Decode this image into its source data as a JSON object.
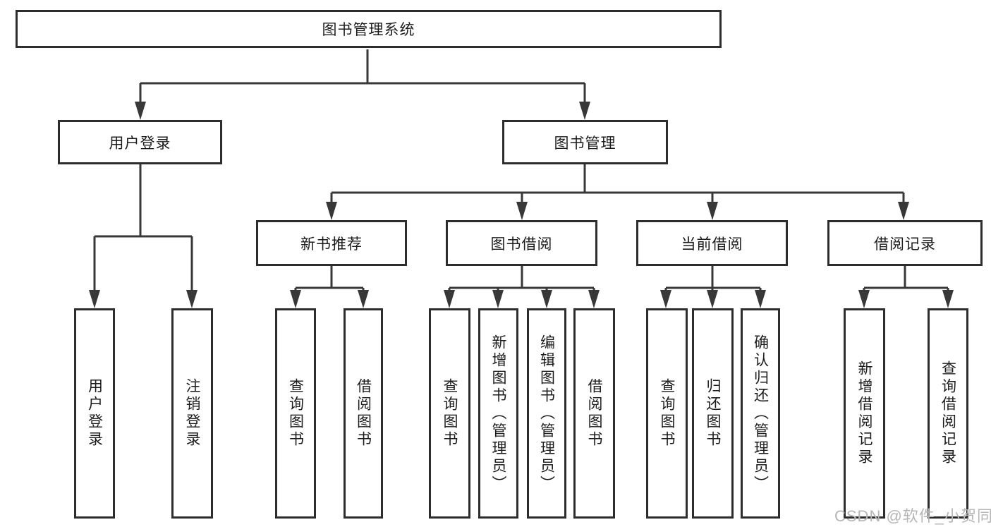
{
  "colors": {
    "line": "#383838",
    "box_border": "#2d2d2d",
    "box_fill": "#ffffff",
    "text": "#1c1c1c",
    "watermark": "#b6b6b6",
    "background": "#ffffff"
  },
  "tree": {
    "root": {
      "label": "图书管理系统"
    },
    "branches": [
      {
        "label": "用户登录",
        "children": [
          {
            "label": "用户登录"
          },
          {
            "label": "注销登录"
          }
        ]
      },
      {
        "label": "图书管理",
        "children": [
          {
            "label": "新书推荐",
            "children": [
              {
                "label": "查询图书"
              },
              {
                "label": "借阅图书"
              }
            ]
          },
          {
            "label": "图书借阅",
            "children": [
              {
                "label": "查询图书"
              },
              {
                "label": "新增图书（管理员）"
              },
              {
                "label": "编辑图书（管理员）"
              },
              {
                "label": "借阅图书"
              }
            ]
          },
          {
            "label": "当前借阅",
            "children": [
              {
                "label": "查询图书"
              },
              {
                "label": "归还图书"
              },
              {
                "label": "确认归还（管理员）"
              }
            ]
          },
          {
            "label": "借阅记录",
            "children": [
              {
                "label": "新增借阅记录"
              },
              {
                "label": "查询借阅记录"
              }
            ]
          }
        ]
      }
    ]
  },
  "watermark": {
    "text": "CSDN @软件_小贺同学"
  }
}
